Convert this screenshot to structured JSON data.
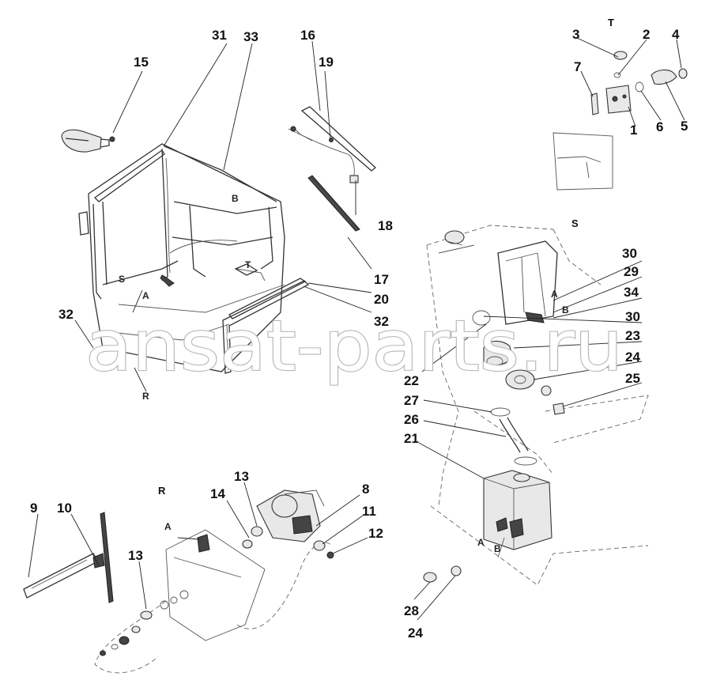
{
  "watermark": "ansat-parts.ru",
  "callouts": {
    "n1": "1",
    "n2": "2",
    "n3": "3",
    "n4": "4",
    "n5": "5",
    "n6": "6",
    "n7": "7",
    "n8": "8",
    "n9": "9",
    "n10": "10",
    "n11": "11",
    "n12": "12",
    "n13a": "13",
    "n13b": "13",
    "n14": "14",
    "n15": "15",
    "n16": "16",
    "n17": "17",
    "n18": "18",
    "n19": "19",
    "n20": "20",
    "n21": "21",
    "n22": "22",
    "n23": "23",
    "n24a": "24",
    "n24b": "24",
    "n25": "25",
    "n26": "26",
    "n27": "27",
    "n28": "28",
    "n29": "29",
    "n30a": "30",
    "n30b": "30",
    "n31": "31",
    "n32a": "32",
    "n32b": "32",
    "n33": "33",
    "n34": "34"
  },
  "section_labels": {
    "T": "T",
    "S": "S",
    "R": "R"
  },
  "letters": {
    "cab_b": "B",
    "cab_s": "S",
    "cab_t": "T",
    "cab_a": "A",
    "cab_r": "R",
    "tank_a": "A",
    "tank_b": "B",
    "lower_a": "A",
    "lower_b": "B",
    "wiper_a": "A"
  }
}
